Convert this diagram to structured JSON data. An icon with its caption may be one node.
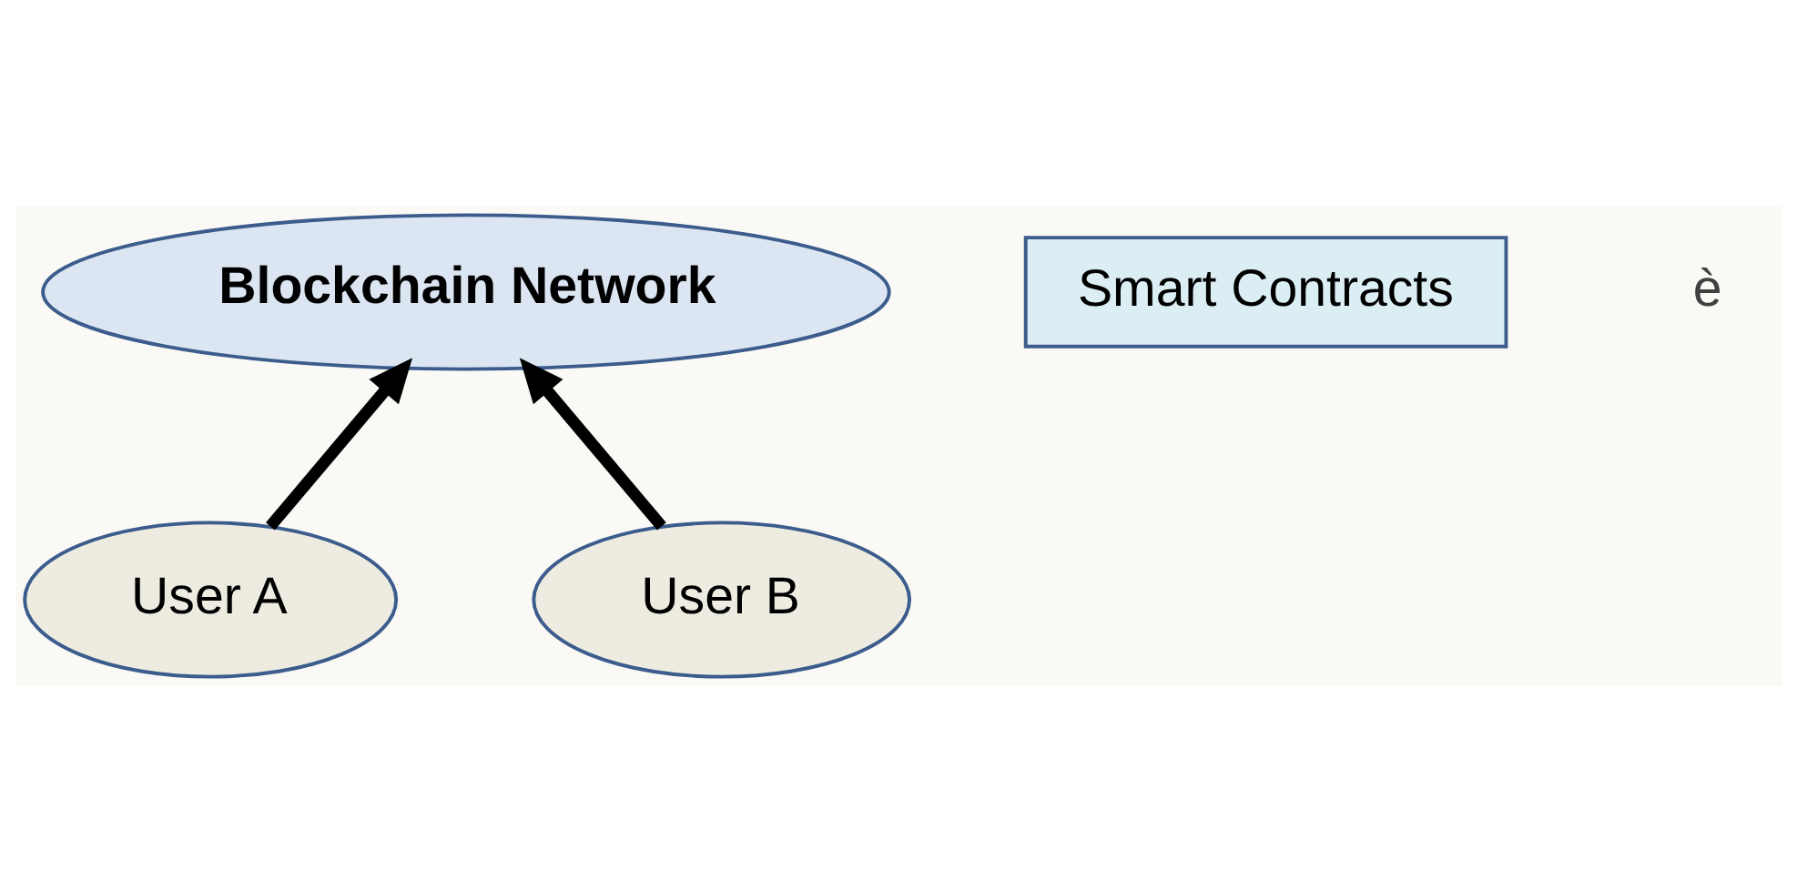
{
  "diagram": {
    "nodes": [
      {
        "text": [
          "Blockchain Network"
        ]
      },
      {
        "text": [
          "Smart Contracts"
        ]
      },
      {
        "text": [
          "User A"
        ]
      },
      {
        "text": [
          "User B"
        ]
      }
    ],
    "edges": [
      {
        "from": 2,
        "to": 0,
        "arrow": "to"
      },
      {
        "from": 3,
        "to": 0,
        "arrow": "to"
      }
    ],
    "labels": [
      "è"
    ]
  }
}
